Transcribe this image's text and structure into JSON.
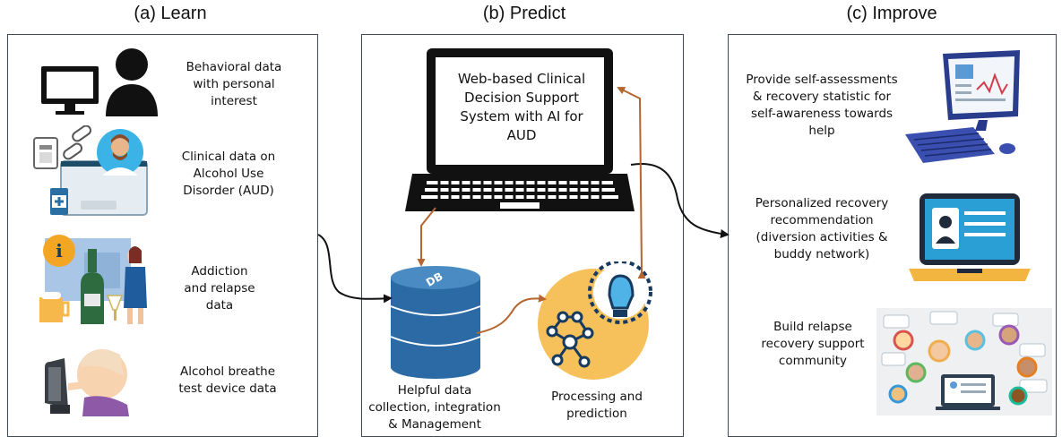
{
  "panels": [
    {
      "title": "(a) Learn"
    },
    {
      "title": "(b) Predict"
    },
    {
      "title": "(c) Improve"
    }
  ],
  "learn": {
    "items": [
      {
        "label": "Behavioral data with personal interest"
      },
      {
        "label": "Clinical data on Alcohol Use Disorder (AUD)"
      },
      {
        "label": "Addiction and relapse data"
      },
      {
        "label": "Alcohol breathe test device data"
      }
    ]
  },
  "predict": {
    "laptop_screen_text": "Web-based Clinical Decision Support System with AI for AUD",
    "db_icon_label": "DB",
    "db_caption": "Helpful data collection, integration & Management",
    "processing_caption": "Processing and prediction"
  },
  "improve": {
    "items": [
      {
        "label": "Provide self-assessments & recovery statistic for self-awareness towards help"
      },
      {
        "label": "Personalized recovery recommendation (diversion activities & buddy network)"
      },
      {
        "label": "Build relapse recovery support community"
      }
    ]
  },
  "colors": {
    "panel_border": "#3f4a56",
    "arrow_flow": "#111111",
    "arrow_internal": "#b5652f",
    "db_blue": "#2b6aa5",
    "bulb_bg": "#f6c15a",
    "laptop_blue": "#2a9fd6"
  }
}
